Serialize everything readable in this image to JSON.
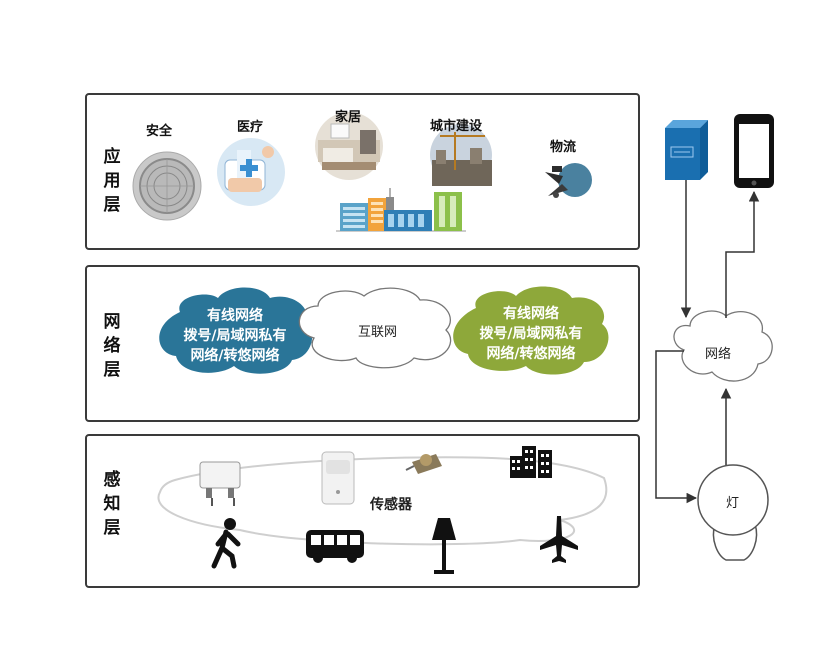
{
  "layers": {
    "application": {
      "title": "应用层",
      "labels": {
        "security": "安全",
        "medical": "医疗",
        "home": "家居",
        "city": "城市建设",
        "logistics": "物流"
      }
    },
    "network": {
      "title": "网络层",
      "left_cloud": "有线网络\n拨号/局域网私有\n网络/转悠网络",
      "center_cloud": "互联网",
      "right_cloud": "有线网络\n拨号/局域网私有\n网络/转悠网络"
    },
    "perception": {
      "title": "感知层",
      "sensor_label": "传感器"
    }
  },
  "side": {
    "network_label": "网络",
    "lamp_label": "灯"
  },
  "colors": {
    "left_cloud": "#2a7598",
    "right_cloud": "#8ea83a",
    "server": "#1a6fb0",
    "border": "#3a3a3a"
  }
}
